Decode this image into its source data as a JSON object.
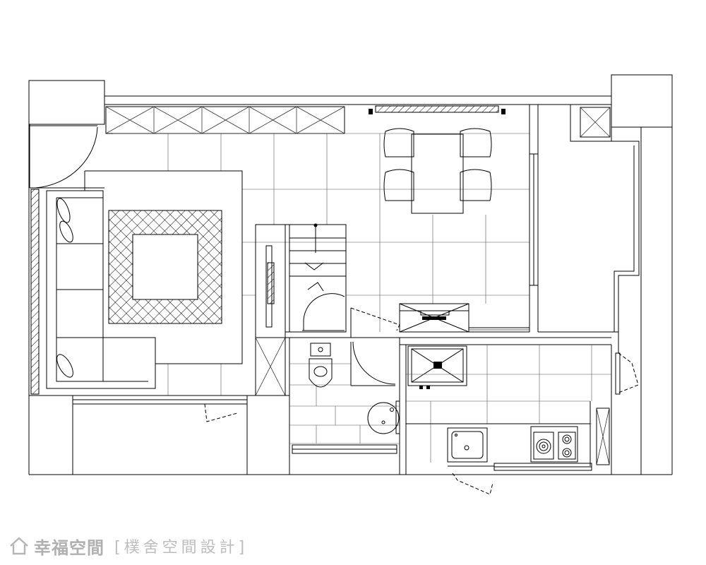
{
  "watermark": {
    "brand": "幸福空間",
    "credit": "[樸舍空間設計]",
    "logo_icon": "house-outline-icon"
  },
  "drawing": {
    "type": "architectural-floor-plan",
    "line_color": "#000000",
    "background": "#ffffff",
    "watermark_color": "#b5b5b5"
  }
}
